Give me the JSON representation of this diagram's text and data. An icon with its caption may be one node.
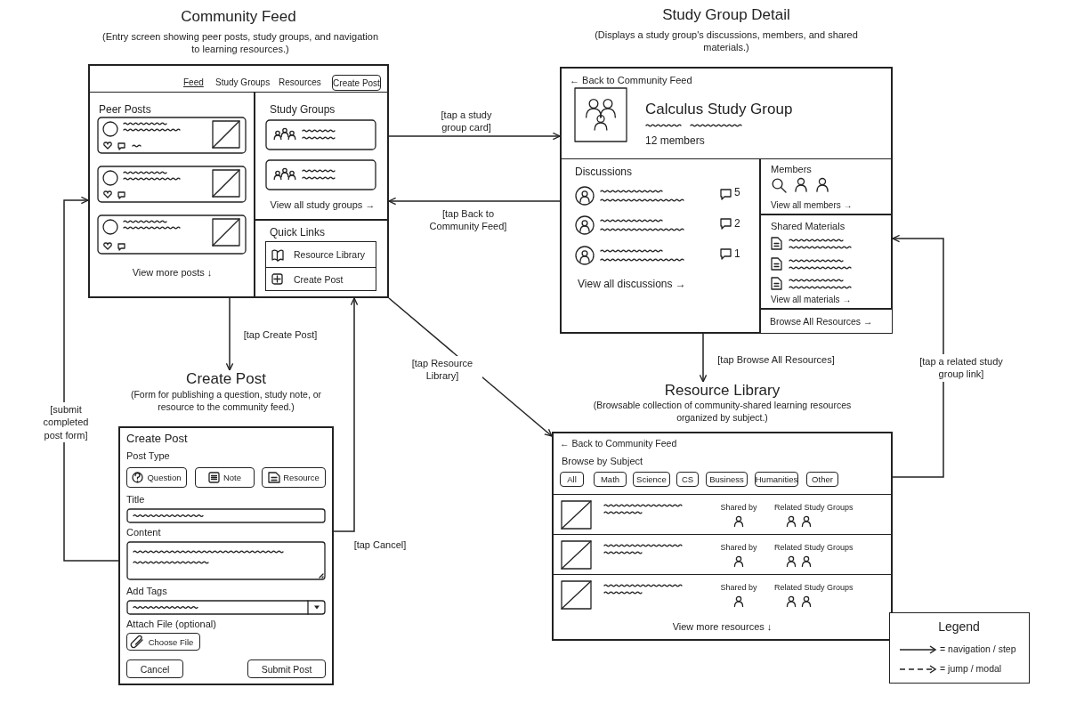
{
  "diagram": {
    "nodes": [
      {
        "text": [
          "Community Feed",
          "(Entry screen showing peer posts, study groups, and navigation to learning resources.)",
          "Feed",
          "Study Groups",
          "Resources"
        ]
      },
      {
        "text": [
          "Create Post"
        ],
        "in": 0
      },
      {
        "text": [
          "Peer Posts",
          "View more posts ↓"
        ],
        "in": 0
      },
      {
        "text": [
          "Study Groups",
          "View all study groups →"
        ],
        "in": 0
      },
      {
        "text": [
          "Quick Links"
        ],
        "in": 0
      },
      {
        "text": [
          "Resource Library"
        ],
        "in": 4
      },
      {
        "text": [
          "Create Post"
        ],
        "in": 4
      },
      {
        "text": [
          "Study Group Detail",
          "(Displays a study group's discussions, members, and shared materials.)",
          "← Back to Community Feed",
          "Calculus Study Group",
          "12 members"
        ]
      },
      {
        "text": [
          "Discussions",
          "5",
          "2",
          "1",
          "View all discussions →"
        ],
        "in": 7
      },
      {
        "text": [
          "Members",
          "View all members →"
        ],
        "in": 7
      },
      {
        "text": [
          "Shared Materials",
          "View all materials →"
        ],
        "in": 7
      },
      {
        "text": [
          "Browse All Resources →"
        ],
        "in": 7
      },
      {
        "text": [
          "Create Post",
          "(Form for publishing a question, study note, or resource to the community feed.)",
          "Create Post",
          "Post Type",
          "Title",
          "Content",
          "Add Tags",
          "Attach File (optional)"
        ]
      },
      {
        "text": [
          "Question"
        ],
        "in": 12
      },
      {
        "text": [
          "Note"
        ],
        "in": 12
      },
      {
        "text": [
          "Resource"
        ],
        "in": 12
      },
      {
        "text": [
          "Choose File"
        ],
        "in": 12
      },
      {
        "text": [
          "Cancel"
        ],
        "in": 12
      },
      {
        "text": [
          "Submit Post"
        ],
        "in": 12
      },
      {
        "text": [
          "Resource Library",
          "(Browsable collection of community-shared learning resources organized by subject.)",
          "← Back to Community Feed",
          "Browse by Subject",
          "View more resources ↓"
        ]
      },
      {
        "text": [
          "All"
        ],
        "in": 19
      },
      {
        "text": [
          "Math"
        ],
        "in": 19
      },
      {
        "text": [
          "Science"
        ],
        "in": 19
      },
      {
        "text": [
          "CS"
        ],
        "in": 19
      },
      {
        "text": [
          "Business"
        ],
        "in": 19
      },
      {
        "text": [
          "Humanities"
        ],
        "in": 19
      },
      {
        "text": [
          "Other"
        ],
        "in": 19
      },
      {
        "text": [
          "Shared by",
          "Related Study Groups"
        ],
        "in": 19
      },
      {
        "text": [
          "Shared by",
          "Related Study Groups"
        ],
        "in": 19
      },
      {
        "text": [
          "Shared by",
          "Related Study Groups"
        ],
        "in": 19
      }
    ],
    "edges": [
      {
        "from": 0,
        "to": 7,
        "arrow": "to",
        "label": "[tap a study group card]"
      },
      {
        "from": 7,
        "to": 0,
        "arrow": "to",
        "label": "[tap Back to Community Feed]"
      },
      {
        "from": 0,
        "to": 12,
        "arrow": "to",
        "label": "[tap Create Post]"
      },
      {
        "from": 12,
        "to": 0,
        "arrow": "to",
        "label": "[tap Cancel]"
      },
      {
        "from": 12,
        "to": 0,
        "arrow": "to",
        "label": "[submit completed post form]"
      },
      {
        "from": 0,
        "to": 19,
        "arrow": "to",
        "label": "[tap Resource Library]"
      },
      {
        "from": 7,
        "to": 19,
        "arrow": "to",
        "label": "[tap Browse All Resources]"
      },
      {
        "from": 19,
        "to": 7,
        "arrow": "to",
        "label": "[tap a related study group link]"
      }
    ],
    "labels": [
      "Legend"
    ],
    "legend": [
      {
        "text": "= navigation / step"
      },
      {
        "text": "= jump / modal"
      }
    ]
  }
}
